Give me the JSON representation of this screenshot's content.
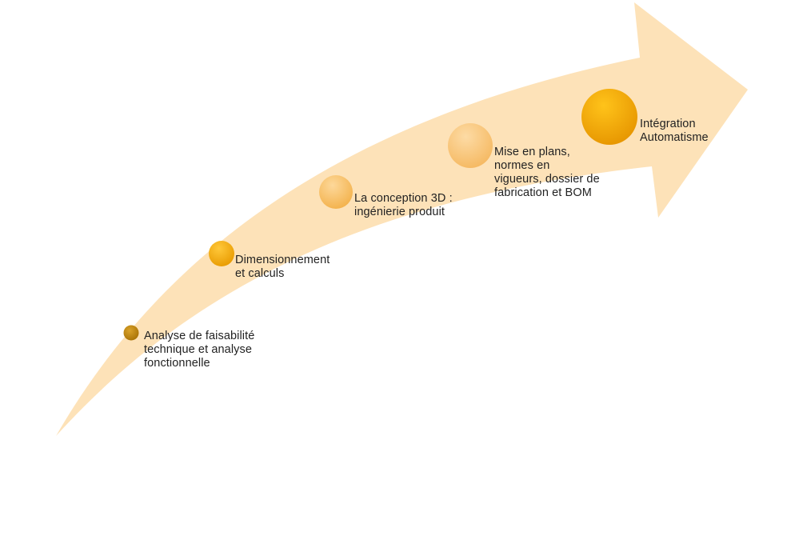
{
  "steps": [
    {
      "label": "Analyse de faisabilité\ntechnique et analyse\nfonctionnelle",
      "color": "#c08a0a"
    },
    {
      "label": "Dimensionnement\net calculs",
      "color": "#f5a800"
    },
    {
      "label": "La conception 3D :\ningénierie produit",
      "color": "#f8c560"
    },
    {
      "label": "Mise en plans,\nnormes en\nvigueurs, dossier de\nfabrication et BOM",
      "color": "#f9c873"
    },
    {
      "label": "Intégration\nAutomatisme",
      "color": "#f5a800"
    }
  ],
  "colors": {
    "arrow_fill": "#fde2b8",
    "text": "#222222"
  }
}
